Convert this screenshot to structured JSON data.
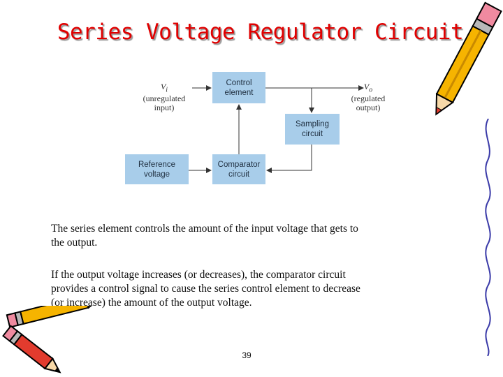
{
  "title": "Series Voltage Regulator Circuit",
  "diagram": {
    "blocks": {
      "control": [
        "Control",
        "element"
      ],
      "sampling": [
        "Sampling",
        "circuit"
      ],
      "reference": [
        "Reference",
        "voltage"
      ],
      "comparator": [
        "Comparator",
        "circuit"
      ]
    },
    "input_label": {
      "symbol": "V",
      "subscript": "i",
      "lines": [
        "(unregulated",
        "input)"
      ]
    },
    "output_label": {
      "symbol": "V",
      "subscript": "o",
      "lines": [
        "(regulated",
        "output)"
      ]
    }
  },
  "paragraphs": [
    [
      "The series element controls the amount of the input voltage that gets to",
      "the output."
    ],
    [
      "If the output voltage increases (or decreases), the comparator circuit",
      "provides a control signal to cause the series control element to decrease",
      "(or increase) the amount of the output voltage."
    ]
  ],
  "page_number": "39",
  "colors": {
    "title": "#e00000",
    "block_fill": "#a8cdea",
    "pencil_body": "#f6b400",
    "pencil_tip": "#e23b2e"
  }
}
